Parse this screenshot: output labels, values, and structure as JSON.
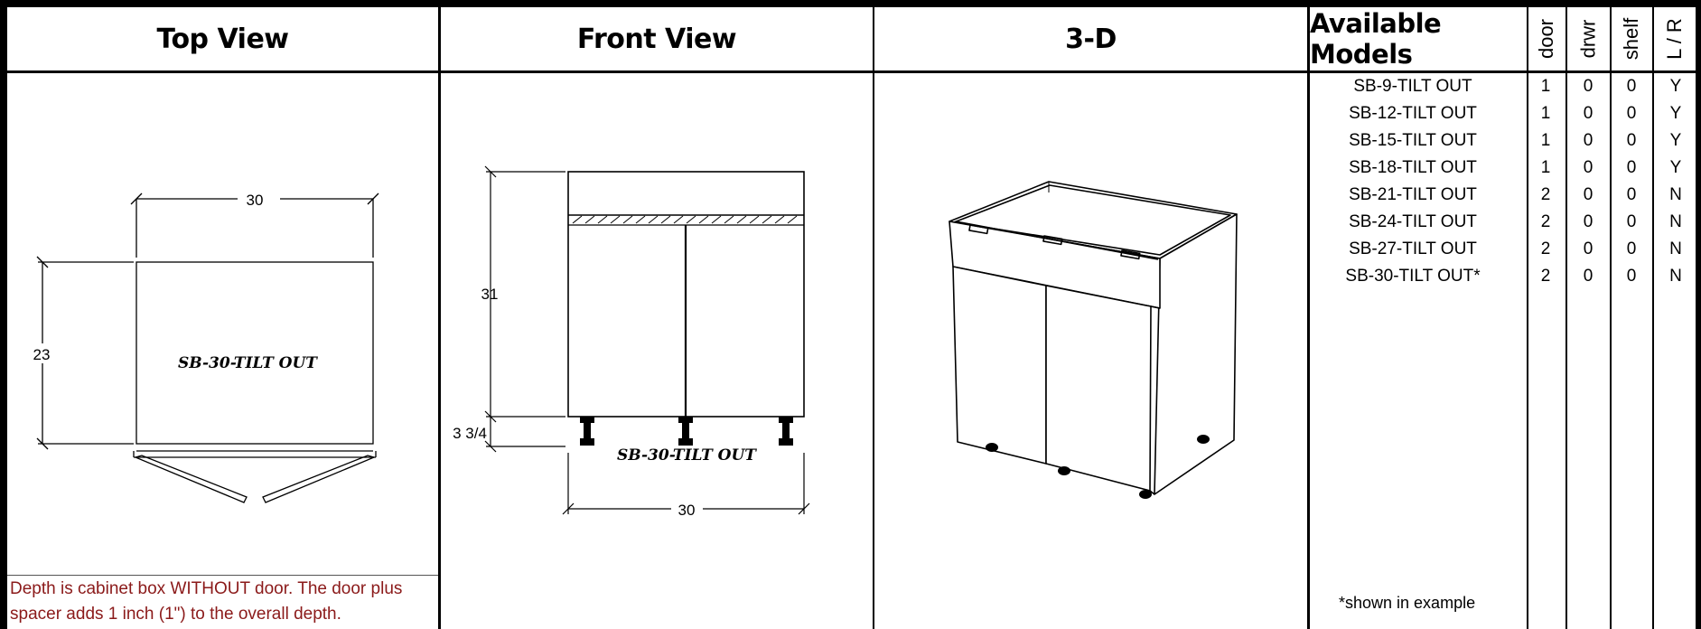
{
  "headers": {
    "top_view": "Top View",
    "front_view": "Front View",
    "three_d": "3-D",
    "available_models": "Available Models",
    "door": "door",
    "drwr": "drwr",
    "shelf": "shelf",
    "lr": "L / R"
  },
  "models": [
    {
      "name": "SB-9-TILT OUT",
      "door": "1",
      "drwr": "0",
      "shelf": "0",
      "lr": "Y"
    },
    {
      "name": "SB-12-TILT OUT",
      "door": "1",
      "drwr": "0",
      "shelf": "0",
      "lr": "Y"
    },
    {
      "name": "SB-15-TILT OUT",
      "door": "1",
      "drwr": "0",
      "shelf": "0",
      "lr": "Y"
    },
    {
      "name": "SB-18-TILT OUT",
      "door": "1",
      "drwr": "0",
      "shelf": "0",
      "lr": "Y"
    },
    {
      "name": "SB-21-TILT OUT",
      "door": "2",
      "drwr": "0",
      "shelf": "0",
      "lr": "N"
    },
    {
      "name": "SB-24-TILT OUT",
      "door": "2",
      "drwr": "0",
      "shelf": "0",
      "lr": "N"
    },
    {
      "name": "SB-27-TILT OUT",
      "door": "2",
      "drwr": "0",
      "shelf": "0",
      "lr": "N"
    },
    {
      "name": "SB-30-TILT OUT*",
      "door": "2",
      "drwr": "0",
      "shelf": "0",
      "lr": "N"
    }
  ],
  "top_view": {
    "width_dim": "30",
    "depth_dim": "23",
    "model_label": "SB-30-TILT OUT"
  },
  "front_view": {
    "height_dim": "31",
    "toe_dim": "3 3/4",
    "width_dim": "30",
    "model_label": "SB-30-TILT OUT"
  },
  "depth_note": "Depth is cabinet box WITHOUT door. The door plus spacer adds 1 inch (1\") to the overall depth.",
  "shown_note": "*shown in example"
}
